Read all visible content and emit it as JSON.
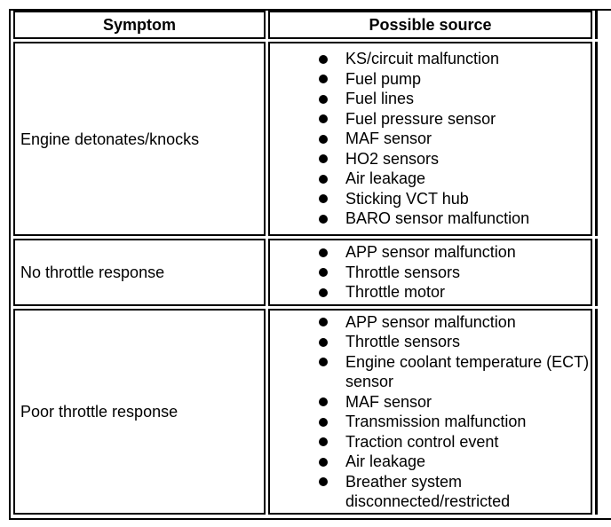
{
  "table": {
    "headers": {
      "symptom": "Symptom",
      "source": "Possible source"
    },
    "rows": [
      {
        "symptom": "Engine detonates/knocks",
        "sources": [
          "KS/circuit malfunction",
          "Fuel pump",
          "Fuel lines",
          "Fuel pressure sensor",
          "MAF sensor",
          "HO2 sensors",
          "Air leakage",
          "Sticking VCT hub",
          "BARO sensor malfunction"
        ]
      },
      {
        "symptom": "No throttle response",
        "sources": [
          "APP sensor malfunction",
          "Throttle sensors",
          "Throttle motor"
        ]
      },
      {
        "symptom": "Poor throttle response",
        "sources": [
          "APP sensor malfunction",
          "Throttle sensors",
          "Engine coolant temperature (ECT) sensor",
          "MAF sensor",
          "Transmission malfunction",
          "Traction control event",
          "Air leakage",
          "Breather system disconnected/restricted"
        ]
      }
    ]
  }
}
